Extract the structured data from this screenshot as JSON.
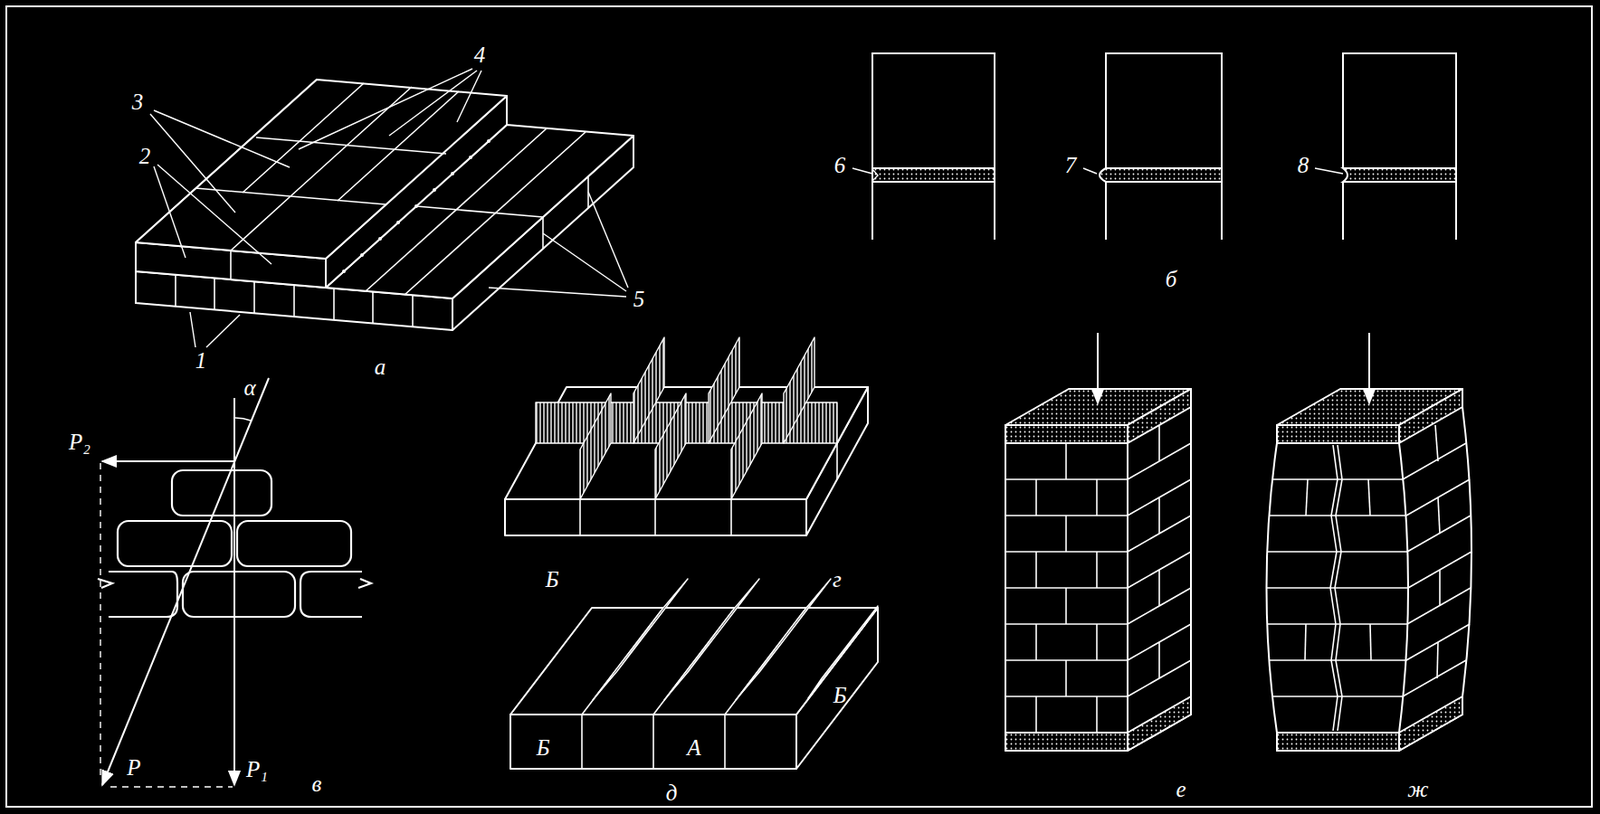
{
  "diagram": {
    "labels": [
      "4",
      "3",
      "2",
      "1",
      "5",
      "а",
      "6",
      "7",
      "8",
      "б",
      "α",
      "P₂",
      "P",
      "P₁",
      "в",
      "г",
      "Б",
      "Б",
      "Б",
      "А",
      "д",
      "е",
      "ж"
    ]
  }
}
